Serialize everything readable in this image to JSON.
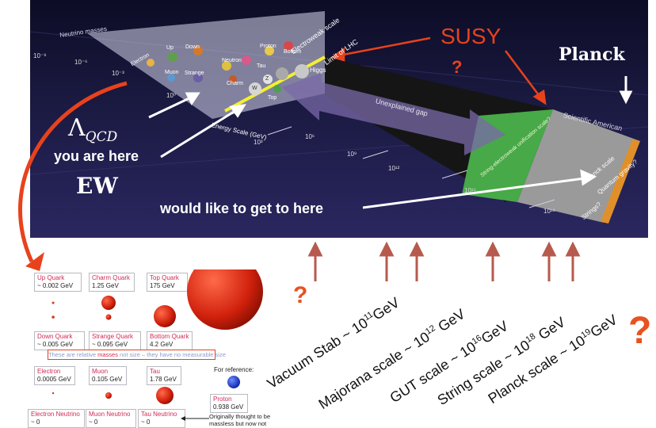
{
  "top": {
    "ladder_labels": {
      "neutrino": "Neutrino masses",
      "electroweak": "Electroweak scale",
      "lhc_limit": "Limit of LHC",
      "unexplained": "Unexplained gap",
      "unification": "String-electroweak unification scale?",
      "planck_scale": "Planck scale",
      "quantum_gravity": "Quantum gravity?",
      "strings": "Strings?",
      "scientific_american": "Scientific American",
      "energy_axis": "Energy Scale (GeV)"
    },
    "particles": [
      "Electron",
      "Up",
      "Down",
      "Muon",
      "Strange",
      "Charm",
      "Neutron",
      "Proton",
      "Tau",
      "Bottom",
      "W",
      "Z",
      "Higgs",
      "Top"
    ],
    "exponents": {
      "e1": "10⁻⁹",
      "e2": "10⁻⁶",
      "e3": "10⁻³",
      "e4": "10⁰",
      "e5": "10³",
      "e6": "10⁶",
      "e7": "10⁹",
      "e8": "10¹²",
      "e9": "10¹⁵",
      "e10": "10¹⁸"
    },
    "annotations": {
      "lambda": "Λ",
      "lambda_sub": "QCD",
      "you_are_here": "you are here",
      "ew": "EW",
      "would_like": "would like to get to here",
      "susy": "SUSY",
      "susy_q": "?",
      "planck": "Planck"
    }
  },
  "scales": {
    "vacuum": {
      "text": "Vacuum Stab ~ 10",
      "exp": "11",
      "unit": "GeV"
    },
    "majorana": {
      "text": "Majorana scale ~ 10",
      "exp": "12",
      "unit": " GeV"
    },
    "gut": {
      "text": "GUT scale ~ 10",
      "exp": "16",
      "unit": "GeV"
    },
    "string": {
      "text": "String scale ~ 10",
      "exp": "18",
      "unit": " GeV"
    },
    "planck": {
      "text": "Planck scale ~ 10",
      "exp": "19",
      "unit": "GeV"
    }
  },
  "question_marks": {
    "left": "?",
    "right": "?"
  },
  "masses": {
    "up": {
      "name": "Up Quark",
      "value": "~ 0.002 GeV"
    },
    "charm": {
      "name": "Charm Quark",
      "value": "1.25 GeV"
    },
    "top": {
      "name": "Top Quark",
      "value": "175 GeV"
    },
    "down": {
      "name": "Down Quark",
      "value": "~ 0.005 GeV"
    },
    "strange": {
      "name": "Strange Quark",
      "value": "~ 0.095 GeV"
    },
    "bottom": {
      "name": "Bottom Quark",
      "value": "4.2 GeV"
    },
    "note_pre": "These are relative ",
    "note_mid": "masses",
    "note_post": " not size – they have no measurable size",
    "electron": {
      "name": "Electron",
      "value": "0.0005 GeV"
    },
    "muon": {
      "name": "Muon",
      "value": "0.105 GeV"
    },
    "tau": {
      "name": "Tau",
      "value": "1.78 GeV"
    },
    "reference": "For reference:",
    "proton": {
      "name": "Proton",
      "value": "0.938 GeV"
    },
    "e_nu": {
      "name": "Electron Neutrino",
      "value": "~ 0"
    },
    "mu_nu": {
      "name": "Muon Neutrino",
      "value": "~ 0"
    },
    "tau_nu": {
      "name": "Tau Neutrino",
      "value": "~ 0"
    },
    "originally": "Originally thought to be massless but now not"
  },
  "colors": {
    "accent_red": "#e8421c",
    "arrow_brown": "#b65a4e",
    "ladder_green": "#49a84b",
    "label_pink": "#d12b57"
  }
}
